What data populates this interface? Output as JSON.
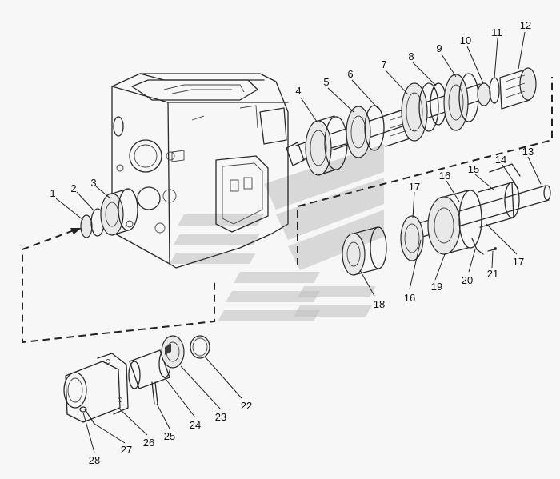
{
  "diagram": {
    "parts": [
      {
        "number": "1"
      },
      {
        "number": "2"
      },
      {
        "number": "3"
      },
      {
        "number": "4"
      },
      {
        "number": "5"
      },
      {
        "number": "6"
      },
      {
        "number": "7"
      },
      {
        "number": "8"
      },
      {
        "number": "9"
      },
      {
        "number": "10"
      },
      {
        "number": "11"
      },
      {
        "number": "12"
      },
      {
        "number": "13"
      },
      {
        "number": "14"
      },
      {
        "number": "15"
      },
      {
        "number": "16"
      },
      {
        "number": "17"
      },
      {
        "number": "18"
      },
      {
        "number": "16"
      },
      {
        "number": "19"
      },
      {
        "number": "17"
      },
      {
        "number": "20"
      },
      {
        "number": "21"
      },
      {
        "number": "22"
      },
      {
        "number": "23"
      },
      {
        "number": "24"
      },
      {
        "number": "25"
      },
      {
        "number": "26"
      },
      {
        "number": "27"
      },
      {
        "number": "28"
      }
    ],
    "colors": {
      "line": "#2a2a2a",
      "background": "#f7f7f7",
      "watermark": "#bfbfbf"
    }
  }
}
